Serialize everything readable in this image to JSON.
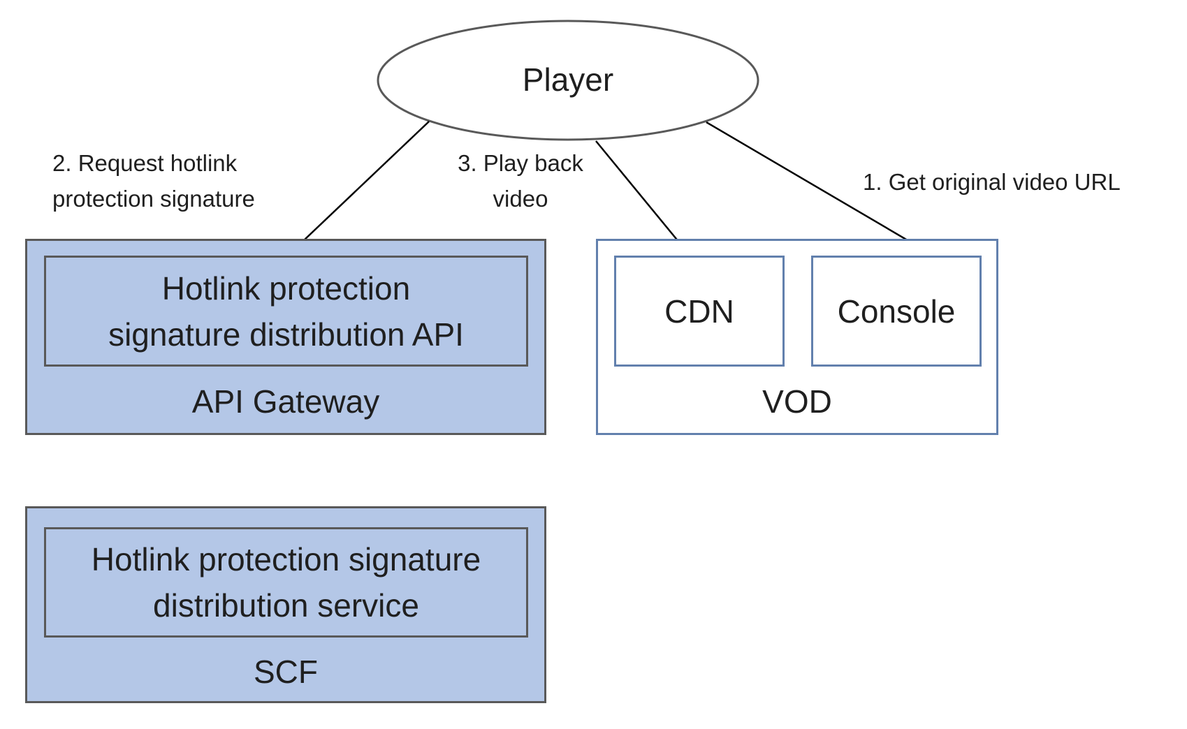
{
  "diagram": {
    "nodes": {
      "player": {
        "label": "Player"
      },
      "api_gateway": {
        "label": "API Gateway",
        "inner": {
          "label_lines": [
            "Hotlink protection",
            "signature distribution API"
          ]
        }
      },
      "scf": {
        "label": "SCF",
        "inner": {
          "label_lines": [
            "Hotlink protection signature",
            "distribution service"
          ]
        }
      },
      "vod": {
        "label": "VOD",
        "cdn": {
          "label": "CDN"
        },
        "console": {
          "label": "Console"
        }
      }
    },
    "edges": [
      {
        "from": "player",
        "to": "api_gateway.inner",
        "label_lines": [
          "2. Request hotlink",
          "protection signature"
        ]
      },
      {
        "from": "player",
        "to": "vod.cdn",
        "label_lines": [
          "3. Play back",
          "video"
        ]
      },
      {
        "from": "player",
        "to": "vod.console",
        "label_lines": [
          "1. Get original video URL"
        ]
      }
    ],
    "colors": {
      "blue_fill": "#b4c7e7",
      "gray_border": "#595959",
      "blue_border": "#6280ad",
      "arrow": "#000000"
    }
  }
}
